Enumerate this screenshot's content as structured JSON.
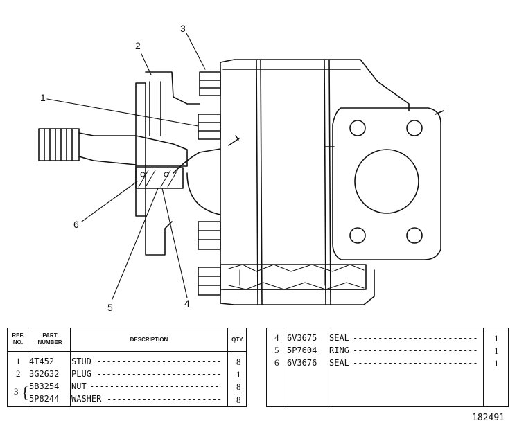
{
  "callouts": [
    "1",
    "2",
    "3",
    "4",
    "5",
    "6"
  ],
  "table_headers": {
    "ref_no": "REF. NO.",
    "part_number": "PART NUMBER",
    "description": "DESCRIPTION",
    "qty": "QTY."
  },
  "left_table": [
    {
      "ref": "1",
      "part": "4T452",
      "desc": "STUD",
      "qty": "8"
    },
    {
      "ref": "2",
      "part": "3G2632",
      "desc": "PLUG",
      "qty": "1"
    },
    {
      "ref": "3",
      "part": "5B3254",
      "desc": "NUT",
      "qty": "8"
    },
    {
      "ref": "",
      "part": "5P8244",
      "desc": "WASHER",
      "qty": "8"
    }
  ],
  "right_table": [
    {
      "ref": "4",
      "part": "6V3675",
      "desc": "SEAL",
      "qty": "1"
    },
    {
      "ref": "5",
      "part": "5P7604",
      "desc": "RING",
      "qty": "1"
    },
    {
      "ref": "6",
      "part": "6V3676",
      "desc": "SEAL",
      "qty": "1"
    }
  ],
  "drawing_number": "182491"
}
